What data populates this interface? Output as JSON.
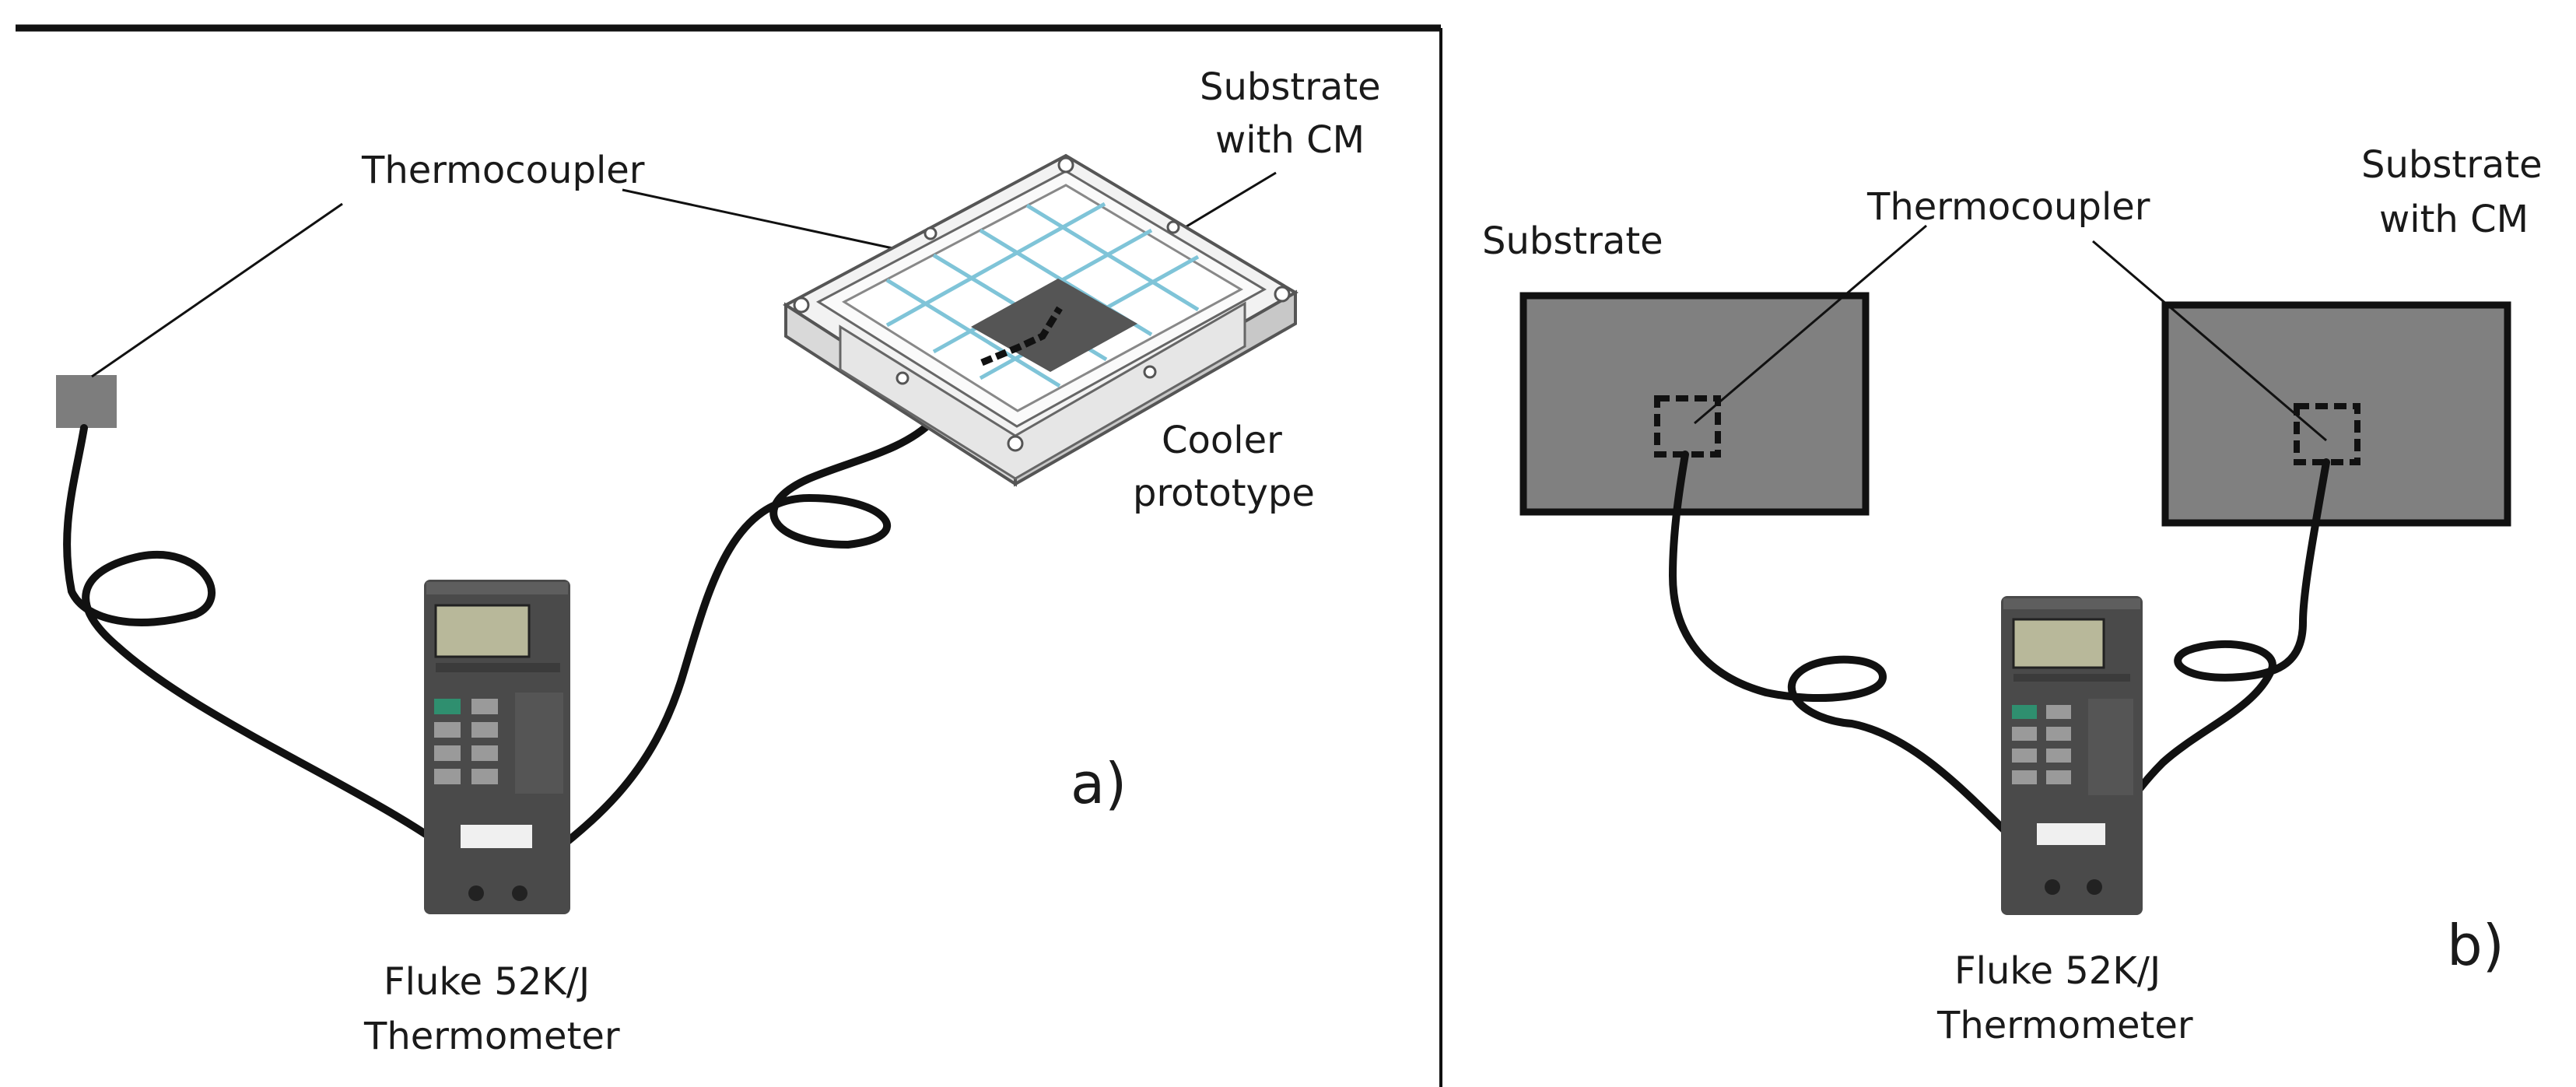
{
  "panel_a": {
    "label": "a)",
    "thermocoupler_label": "Thermocoupler",
    "substrate_with_cm_label_line1": "Substrate",
    "substrate_with_cm_label_line2": "with CM",
    "cooler_label_line1": "Cooler",
    "cooler_label_line2": "prototype",
    "thermometer_label_line1": "Fluke 52K/J",
    "thermometer_label_line2": "Thermometer"
  },
  "panel_b": {
    "label": "b)",
    "substrate_label": "Substrate",
    "thermocoupler_label": "Thermocoupler",
    "substrate_with_cm_label_line1": "Substrate",
    "substrate_with_cm_label_line2": "with CM",
    "thermometer_label_line1": "Fluke 52K/J",
    "thermometer_label_line2": "Thermometer"
  },
  "colors": {
    "substrate_fill": "#808080",
    "cable": "#111111",
    "thermometer_body": "#4a4a4a",
    "thermometer_display": "#b8b89a",
    "thermometer_accent_key": "#2f8f6f",
    "cooler_grid_lines": "#7fc4d8"
  }
}
